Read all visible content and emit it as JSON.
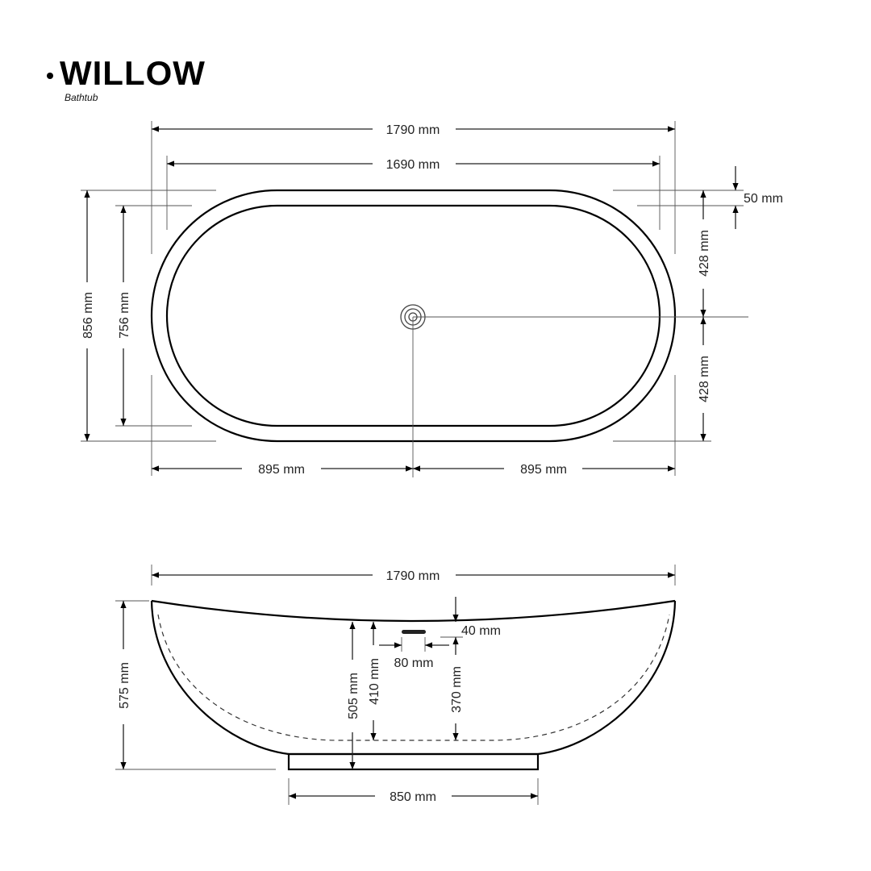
{
  "brand": {
    "title": "WILLOW",
    "subtitle": "Bathtub"
  },
  "top_view": {
    "overall_length": "1790 mm",
    "inner_length": "1690 mm",
    "overall_width": "856 mm",
    "inner_width": "756 mm",
    "rim_thickness": "50 mm",
    "half_width_top": "428 mm",
    "half_width_bottom": "428 mm",
    "half_length_left": "895 mm",
    "half_length_right": "895 mm"
  },
  "side_view": {
    "overall_length": "1790 mm",
    "overall_height": "575 mm",
    "base_length": "850 mm",
    "center_height": "505 mm",
    "inner_depth": "410 mm",
    "overflow_height": "370 mm",
    "overflow_offset": "40 mm",
    "overflow_width": "80 mm"
  }
}
